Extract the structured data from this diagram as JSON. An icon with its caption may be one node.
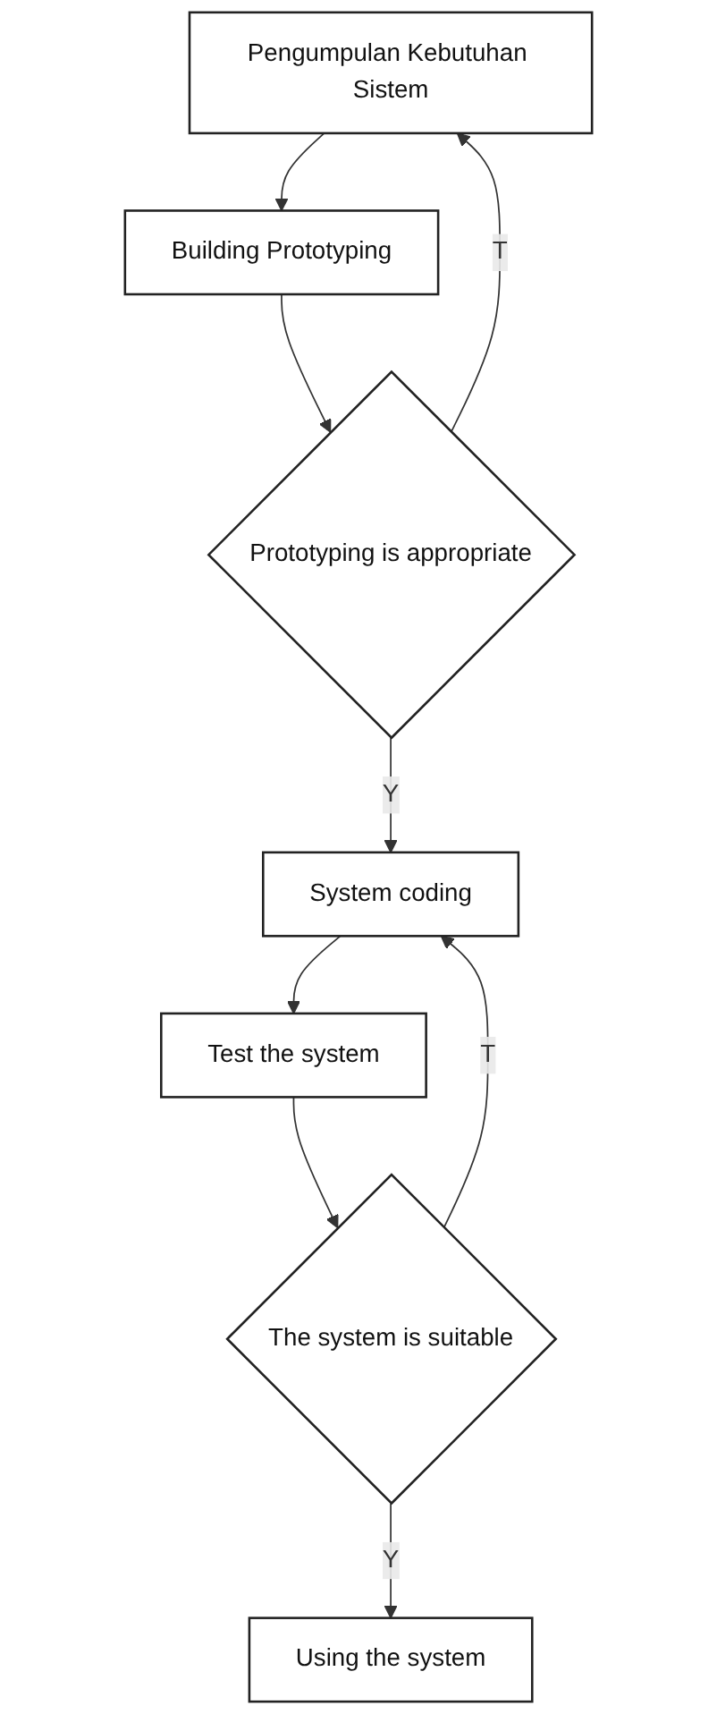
{
  "diagram": {
    "nodes": [
      {
        "text": [
          "Pengumpulan Kebutuhan Sistem"
        ]
      },
      {
        "text": [
          "Building Prototyping"
        ]
      },
      {
        "text": [
          "Prototyping is appropriate"
        ]
      },
      {
        "text": [
          "System coding"
        ]
      },
      {
        "text": [
          "Test the system"
        ]
      },
      {
        "text": [
          "The system is suitable"
        ]
      },
      {
        "text": [
          "Using the system"
        ]
      }
    ],
    "edges": [
      {
        "from": 0,
        "to": 1,
        "arrow": "to"
      },
      {
        "from": 1,
        "to": 2,
        "arrow": "to"
      },
      {
        "from": 2,
        "to": 3,
        "arrow": "to",
        "label": "Y"
      },
      {
        "from": 2,
        "to": 0,
        "arrow": "to",
        "label": "T"
      },
      {
        "from": 3,
        "to": 4,
        "arrow": "to"
      },
      {
        "from": 4,
        "to": 5,
        "arrow": "to"
      },
      {
        "from": 5,
        "to": 6,
        "arrow": "to",
        "label": "Y"
      },
      {
        "from": 5,
        "to": 3,
        "arrow": "to",
        "label": "T"
      }
    ]
  }
}
